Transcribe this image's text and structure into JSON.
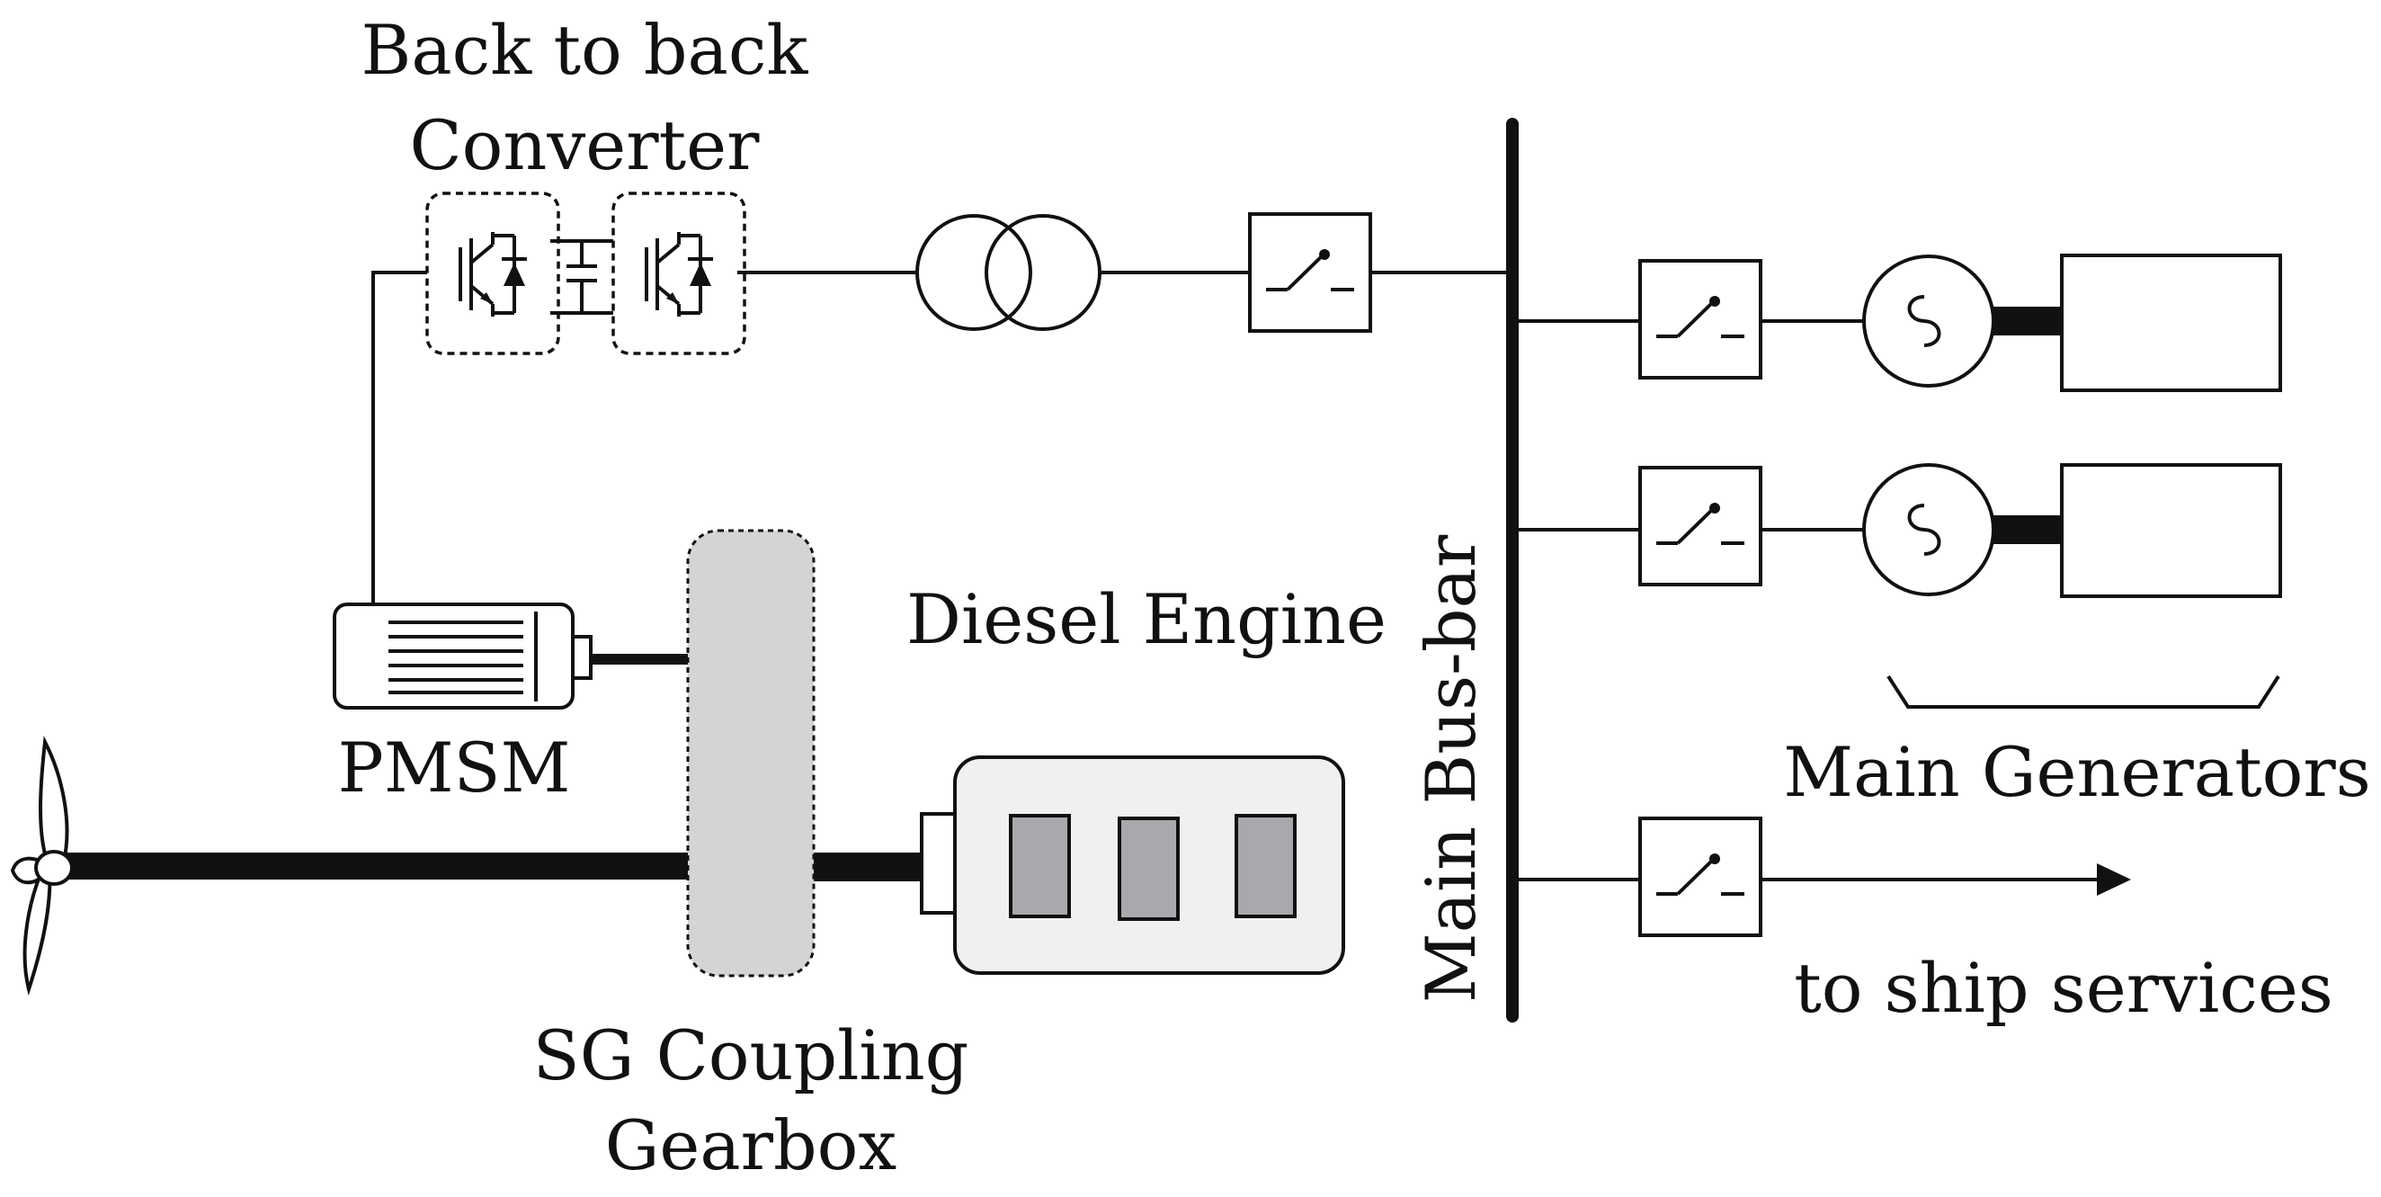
{
  "labels": {
    "converter_line1": "Back to back",
    "converter_line2": "Converter",
    "diesel_engine": "Diesel Engine",
    "pmsm": "PMSM",
    "main_bus_bar": "Main Bus-bar",
    "main_generators": "Main Generators",
    "ship_services": "to ship services",
    "gearbox_line1": "SG Coupling",
    "gearbox_line2": "Gearbox"
  },
  "colors": {
    "line": "#111111",
    "gearbox_fill": "#d4d4d6",
    "engine_fill": "#f0f0f2",
    "cylinder_fill": "#a9a9ad"
  }
}
